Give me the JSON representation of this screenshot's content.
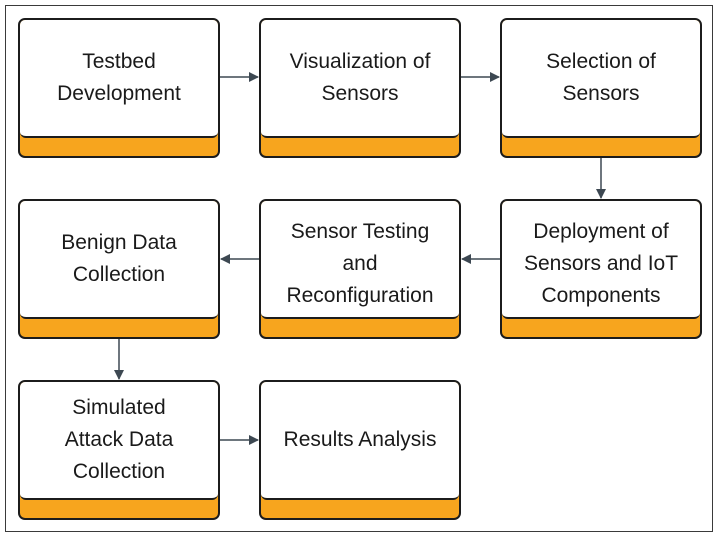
{
  "diagram": {
    "nodes": [
      {
        "id": "testbed",
        "lines": [
          "Testbed",
          "Development"
        ]
      },
      {
        "id": "visualization",
        "lines": [
          "Visualization of",
          "Sensors"
        ]
      },
      {
        "id": "selection",
        "lines": [
          "Selection of",
          "Sensors"
        ]
      },
      {
        "id": "deployment",
        "lines": [
          "Deployment of",
          "Sensors and IoT",
          "Components"
        ]
      },
      {
        "id": "sensor-testing",
        "lines": [
          "Sensor Testing",
          "and",
          "Reconfiguration"
        ]
      },
      {
        "id": "benign",
        "lines": [
          "Benign Data",
          "Collection"
        ]
      },
      {
        "id": "simulated",
        "lines": [
          "Simulated",
          "Attack Data",
          "Collection"
        ]
      },
      {
        "id": "results",
        "lines": [
          "Results Analysis"
        ]
      }
    ],
    "edges": [
      {
        "from": "testbed",
        "to": "visualization"
      },
      {
        "from": "visualization",
        "to": "selection"
      },
      {
        "from": "selection",
        "to": "deployment"
      },
      {
        "from": "deployment",
        "to": "sensor-testing"
      },
      {
        "from": "sensor-testing",
        "to": "benign"
      },
      {
        "from": "benign",
        "to": "simulated"
      },
      {
        "from": "simulated",
        "to": "results"
      }
    ],
    "colors": {
      "box_fill": "#ffffff",
      "box_base": "#f7a51e",
      "border": "#1c1c1c",
      "arrow": "#3d4852",
      "text": "#1a1a1a"
    }
  }
}
